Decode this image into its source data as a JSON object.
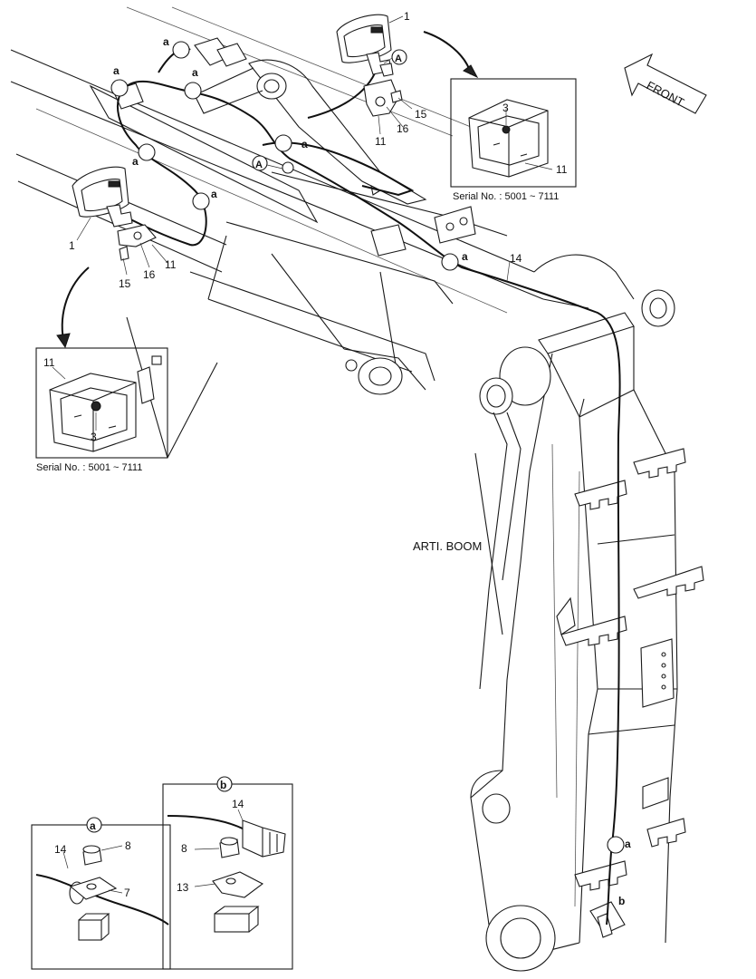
{
  "diagram": {
    "boom_label": "ARTI. BOOM",
    "front_label": "FRONT",
    "serial_top": "Serial No. : 5001 ~ 7111",
    "serial_left": "Serial No. : 5001 ~ 7111",
    "clip_letter": "a",
    "connector_letter": "b",
    "view_letter": "A",
    "callouts": {
      "lamp": "1",
      "nut": "3",
      "plate": "7",
      "bolt": "8",
      "cover": "11",
      "bracket": "13",
      "harness": "14",
      "screw": "15",
      "washer": "16"
    }
  }
}
